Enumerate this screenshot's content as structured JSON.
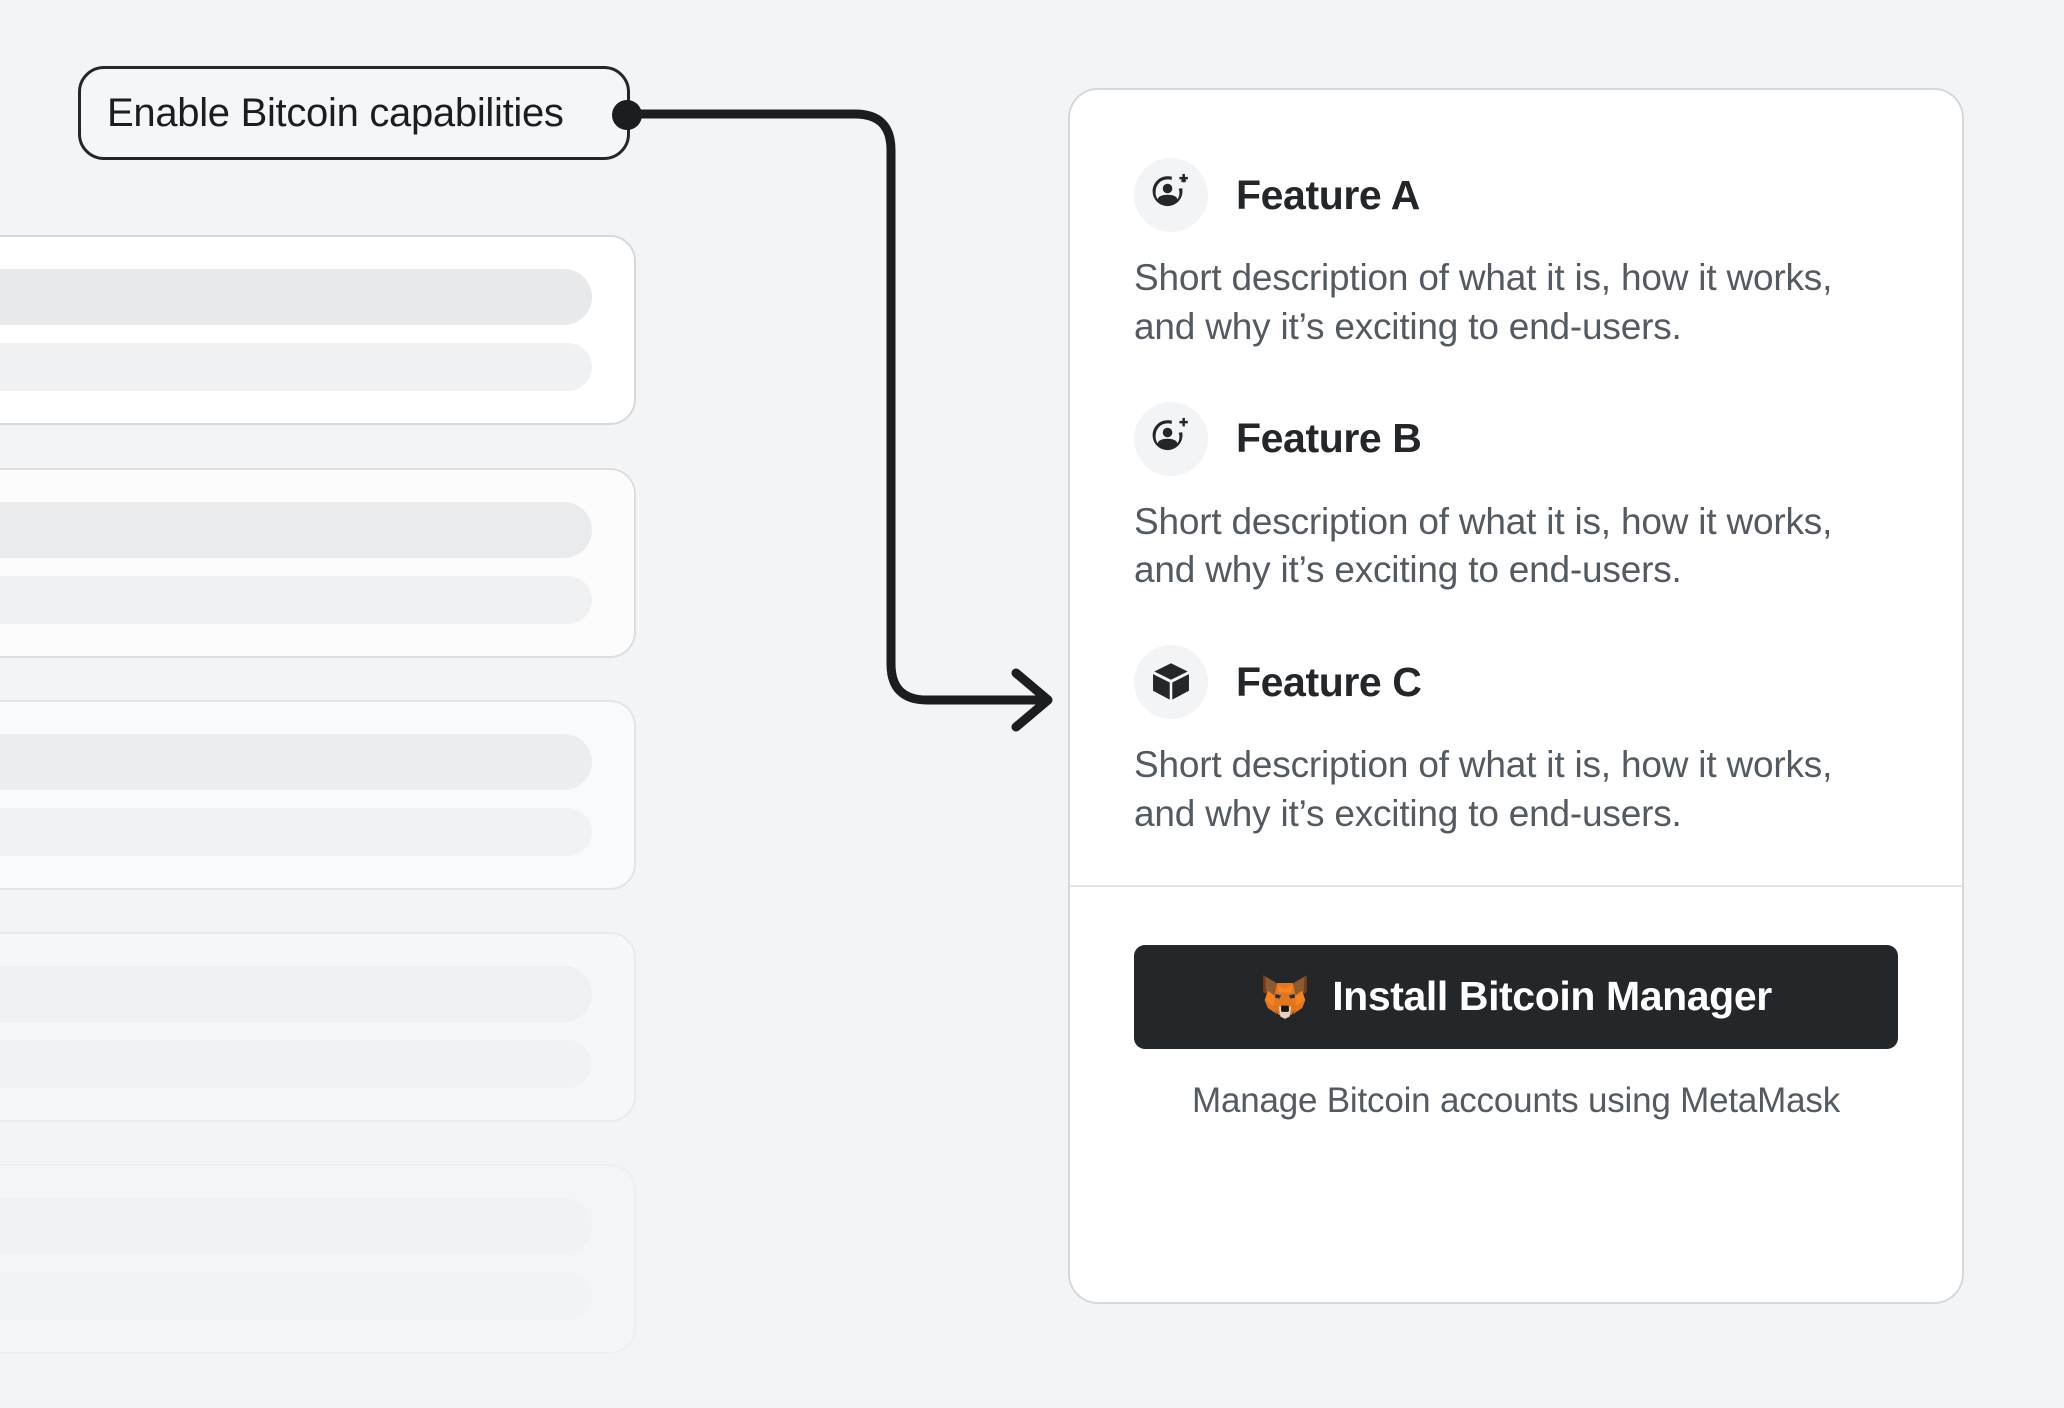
{
  "page": {
    "background_color": "#F2F4F6"
  },
  "callout": {
    "label": "Enable Bitcoin capabilities",
    "border_color": "#24272A",
    "dot_color": "#1B1D1F",
    "connector_color": "#1B1D1F",
    "connector_icon": "arrow-right-icon"
  },
  "skeleton": {
    "cards": [
      {
        "bar_wide": "",
        "bar_short": "",
        "opacity": 1
      },
      {
        "bar_wide": "",
        "bar_short": "",
        "opacity": 0.82
      },
      {
        "bar_wide": "",
        "bar_short": "",
        "opacity": 0.6
      },
      {
        "bar_wide": "",
        "bar_short": "",
        "opacity": 0.38
      },
      {
        "bar_wide": "",
        "bar_short": "",
        "opacity": 0.2
      }
    ]
  },
  "card": {
    "border_color": "#D6D9DC",
    "background": "#FFFFFF",
    "features": [
      {
        "icon": "add-user-icon",
        "title": "Feature A",
        "description": "Short description of what it is, how it works, and why it’s exciting to end-users."
      },
      {
        "icon": "add-user-icon",
        "title": "Feature B",
        "description": "Short description of what it is, how it works, and why it’s exciting to end-users."
      },
      {
        "icon": "cube-icon",
        "title": "Feature C",
        "description": "Short description of what it is, how it works, and why it’s exciting to end-users."
      }
    ],
    "footer": {
      "button_icon": "metamask-fox-icon",
      "button_label": "Install Bitcoin Manager",
      "button_color": "#24272A",
      "caption": "Manage Bitcoin accounts using MetaMask"
    }
  },
  "colors": {
    "text_primary": "#24272A",
    "text_secondary": "#535A61",
    "icon_bubble": "#F2F4F6",
    "fox_orange": "#E27625",
    "fox_dark": "#8E5A30"
  }
}
